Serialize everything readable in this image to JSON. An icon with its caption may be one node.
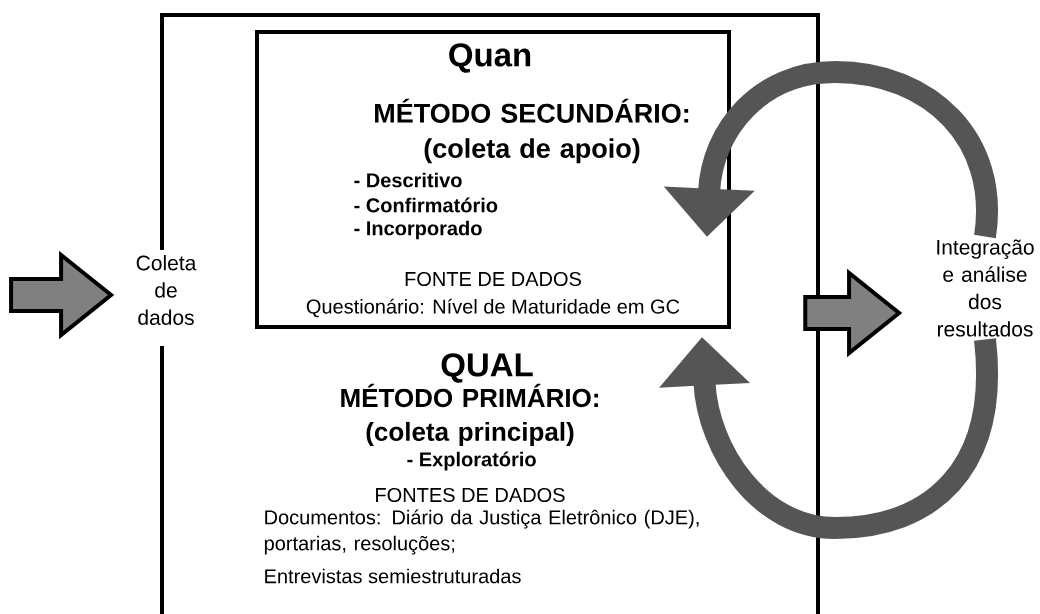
{
  "diagram": {
    "nodes": [
      {
        "text": [
          "QUAL",
          "MÉTODO PRIMÁRIO: (coleta principal)",
          "- Exploratório",
          "FONTES DE DADOS",
          "Documentos: Diário da Justiça Eletrônico (DJE), portarias, resoluções;",
          "Entrevistas semiestruturadas"
        ]
      },
      {
        "text": [
          "Quan",
          "MÉTODO SECUNDÁRIO: (coleta de apoio)",
          "- Descritivo",
          "- Confirmatório",
          "- Incorporado",
          "FONTE DE DADOS",
          "Questionário: Nível de Maturidade em GC"
        ],
        "in": 0
      },
      {
        "text": [
          "Coleta de dados"
        ]
      },
      {
        "text": [
          "Integração e análise dos resultados"
        ]
      }
    ],
    "edges": [
      {
        "from": null,
        "to": 2,
        "arrow": "to",
        "color": "#808080"
      },
      {
        "from": 0,
        "to": 3,
        "arrow": "to",
        "color": "#808080"
      },
      {
        "from": 3,
        "to": 1,
        "arrow": "to",
        "color": "#555555"
      },
      {
        "from": 3,
        "to": 1,
        "arrow": "to",
        "color": "#555555"
      }
    ]
  }
}
